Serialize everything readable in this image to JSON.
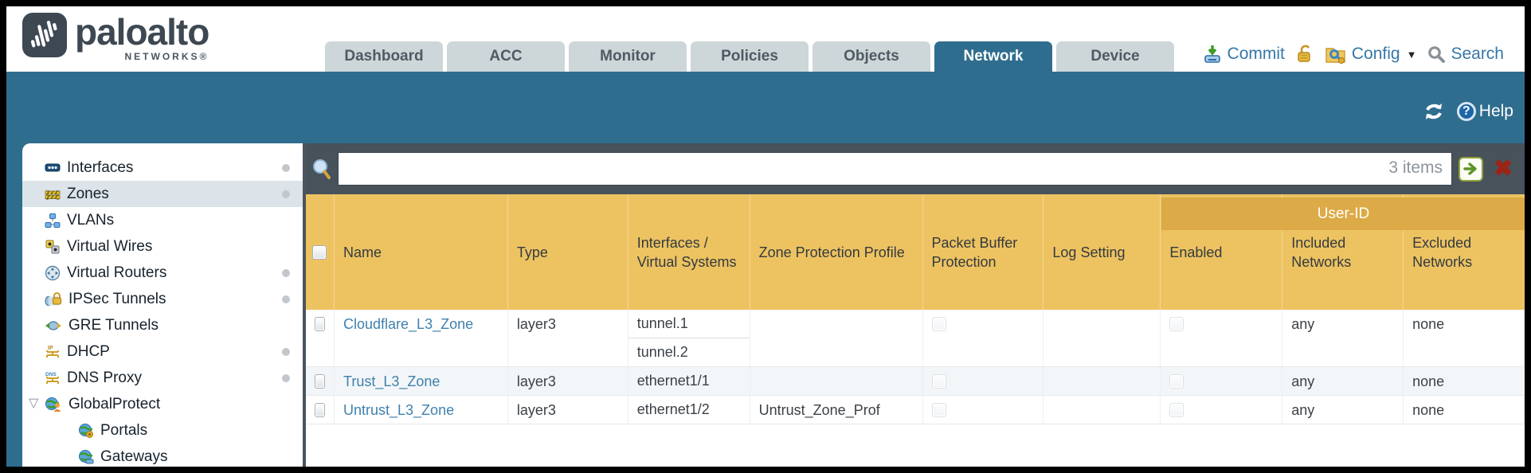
{
  "brand": {
    "name": "paloalto",
    "sub": "NETWORKS®"
  },
  "nav": {
    "tabs": [
      {
        "label": "Dashboard",
        "active": false
      },
      {
        "label": "ACC",
        "active": false
      },
      {
        "label": "Monitor",
        "active": false
      },
      {
        "label": "Policies",
        "active": false
      },
      {
        "label": "Objects",
        "active": false
      },
      {
        "label": "Network",
        "active": true
      },
      {
        "label": "Device",
        "active": false
      }
    ],
    "commit_label": "Commit",
    "config_label": "Config",
    "search_label": "Search"
  },
  "toolbar": {
    "help_label": "Help"
  },
  "filter": {
    "value": "",
    "items_count": "3 items"
  },
  "sidebar": {
    "items": [
      {
        "label": "Interfaces",
        "icon": "interfaces-icon",
        "dot": true,
        "selected": false
      },
      {
        "label": "Zones",
        "icon": "zones-icon",
        "dot": true,
        "selected": true
      },
      {
        "label": "VLANs",
        "icon": "vlans-icon",
        "dot": false,
        "selected": false
      },
      {
        "label": "Virtual Wires",
        "icon": "virtual-wires-icon",
        "dot": false,
        "selected": false
      },
      {
        "label": "Virtual Routers",
        "icon": "virtual-routers-icon",
        "dot": true,
        "selected": false
      },
      {
        "label": "IPSec Tunnels",
        "icon": "ipsec-tunnels-icon",
        "dot": true,
        "selected": false
      },
      {
        "label": "GRE Tunnels",
        "icon": "gre-tunnels-icon",
        "dot": false,
        "selected": false
      },
      {
        "label": "DHCP",
        "icon": "dhcp-icon",
        "dot": true,
        "selected": false
      },
      {
        "label": "DNS Proxy",
        "icon": "dns-proxy-icon",
        "dot": true,
        "selected": false
      },
      {
        "label": "GlobalProtect",
        "icon": "globalprotect-icon",
        "dot": false,
        "selected": false,
        "expanded": true
      },
      {
        "label": "Portals",
        "icon": "portals-icon",
        "dot": false,
        "selected": false,
        "child": true
      },
      {
        "label": "Gateways",
        "icon": "gateways-icon",
        "dot": false,
        "selected": false,
        "child": true
      }
    ]
  },
  "table": {
    "group_header": "User-ID",
    "columns": [
      "Name",
      "Type",
      "Interfaces / Virtual Systems",
      "Zone Protection Profile",
      "Packet Buffer Protection",
      "Log Setting",
      "Enabled",
      "Included Networks",
      "Excluded Networks"
    ],
    "rows": [
      {
        "name": "Cloudflare_L3_Zone",
        "type": "layer3",
        "interfaces": [
          "tunnel.1",
          "tunnel.2"
        ],
        "zone_protection_profile": "",
        "log_setting": "",
        "included_networks": "any",
        "excluded_networks": "none"
      },
      {
        "name": "Trust_L3_Zone",
        "type": "layer3",
        "interfaces": [
          "ethernet1/1"
        ],
        "zone_protection_profile": "",
        "log_setting": "",
        "included_networks": "any",
        "excluded_networks": "none"
      },
      {
        "name": "Untrust_L3_Zone",
        "type": "layer3",
        "interfaces": [
          "ethernet1/2"
        ],
        "zone_protection_profile": "Untrust_Zone_Prof",
        "log_setting": "",
        "included_networks": "any",
        "excluded_networks": "none"
      }
    ]
  },
  "colors": {
    "teal": "#2f6d8e",
    "toolbar_gray": "#47525b",
    "header_gold": "#edc361",
    "group_gold": "#dcaa46",
    "link_blue": "#3f81ac",
    "tab_gray": "#cdd6d8"
  }
}
